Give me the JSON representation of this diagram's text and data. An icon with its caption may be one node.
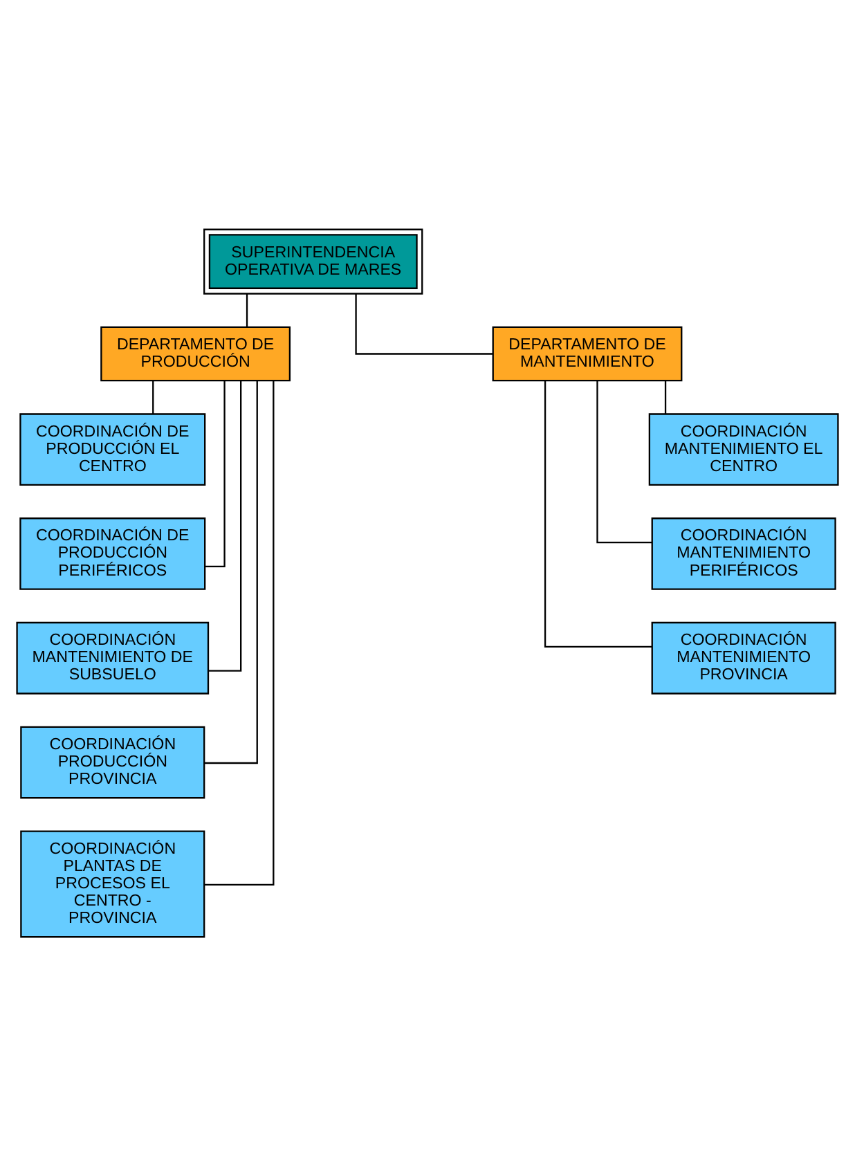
{
  "diagram": {
    "nodes": [
      {
        "text": [
          "SUPERINTENDENCIA OPERATIVA DE MARES"
        ]
      },
      {
        "text": [
          "DEPARTAMENTO DE PRODUCCIÓN"
        ]
      },
      {
        "text": [
          "DEPARTAMENTO DE MANTENIMIENTO"
        ]
      },
      {
        "text": [
          "COORDINACIÓN DE PRODUCCIÓN EL CENTRO"
        ]
      },
      {
        "text": [
          "COORDINACIÓN DE PRODUCCIÓN PERIFÉRICOS"
        ]
      },
      {
        "text": [
          "COORDINACIÓN MANTENIMIENTO DE SUBSUELO"
        ]
      },
      {
        "text": [
          "COORDINACIÓN PRODUCCIÓN PROVINCIA"
        ]
      },
      {
        "text": [
          "COORDINACIÓN PLANTAS DE PROCESOS EL CENTRO - PROVINCIA"
        ]
      },
      {
        "text": [
          "COORDINACIÓN MANTENIMIENTO EL CENTRO"
        ]
      },
      {
        "text": [
          "COORDINACIÓN MANTENIMIENTO PERIFÉRICOS"
        ]
      },
      {
        "text": [
          "COORDINACIÓN MANTENIMIENTO PROVINCIA"
        ]
      }
    ],
    "edges": [
      {
        "from": 0,
        "to": 1,
        "arrow": "none"
      },
      {
        "from": 0,
        "to": 2,
        "arrow": "none"
      },
      {
        "from": 1,
        "to": 3,
        "arrow": "none"
      },
      {
        "from": 1,
        "to": 4,
        "arrow": "none"
      },
      {
        "from": 1,
        "to": 5,
        "arrow": "none"
      },
      {
        "from": 1,
        "to": 6,
        "arrow": "none"
      },
      {
        "from": 1,
        "to": 7,
        "arrow": "none"
      },
      {
        "from": 2,
        "to": 8,
        "arrow": "none"
      },
      {
        "from": 2,
        "to": 9,
        "arrow": "none"
      },
      {
        "from": 2,
        "to": 10,
        "arrow": "none"
      }
    ]
  }
}
